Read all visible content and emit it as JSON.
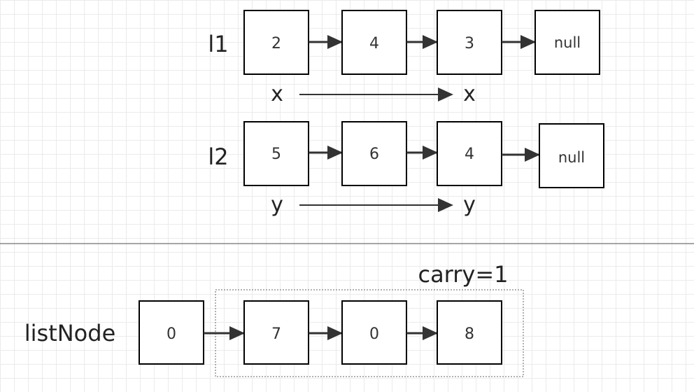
{
  "list1": {
    "label": "l1",
    "nodes": [
      "2",
      "4",
      "3",
      "null"
    ]
  },
  "pointer_x": {
    "start": "x",
    "end": "x"
  },
  "list2": {
    "label": "l2",
    "nodes": [
      "5",
      "6",
      "4",
      "null"
    ]
  },
  "pointer_y": {
    "start": "y",
    "end": "y"
  },
  "result": {
    "label": "listNode",
    "nodes": [
      "0",
      "7",
      "0",
      "8"
    ],
    "carry": "carry=1"
  }
}
